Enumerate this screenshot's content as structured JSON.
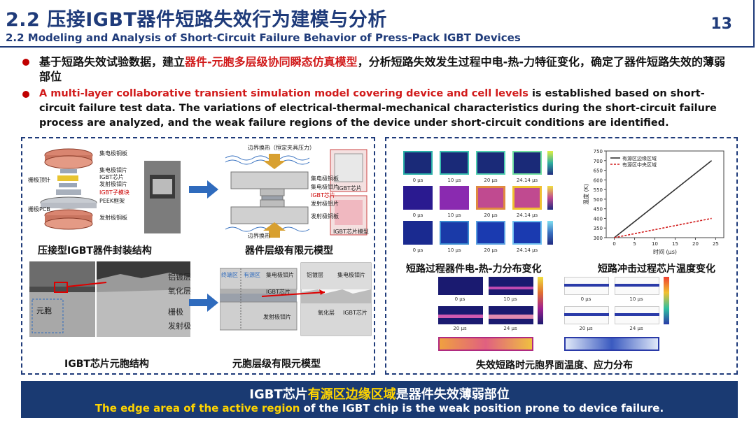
{
  "header": {
    "title_zh": "2.2 压接IGBT器件短路失效行为建模与分析",
    "title_en": "2.2 Modeling and Analysis of Short-Circuit Failure Behavior of Press-Pack IGBT Devices",
    "page_number": "13"
  },
  "bullets": {
    "zh": {
      "prefix": "基于短路失效试验数据，建立",
      "highlight": "器件-元胞多层级协同瞬态仿真模型",
      "suffix": "，分析短路失效发生过程中电-热-力特征变化，确定了器件短路失效的薄弱部位"
    },
    "en": {
      "highlight": "A multi-layer collaborative transient simulation model covering device and cell levels",
      "suffix": " is established based on short-circuit failure test data. The variations of electrical-thermal-mechanical characteristics during the short-circuit failure process are analyzed, and the weak failure regions of the device under short-circuit conditions are identified."
    }
  },
  "left_panel": {
    "captions": {
      "package": "压接型IGBT器件封装结构",
      "device_fem": "器件层级有限元模型",
      "cell": "IGBT芯片元胞结构",
      "cell_fem": "元胞层级有限元模型"
    },
    "package_labels": [
      "集电极铜板",
      "集电极钼片",
      "IGBT芯片",
      "发射极钼片",
      "IGBT子模块",
      "PEEK框架",
      "栅极顶针",
      "栅极PCB",
      "发射极铜板"
    ],
    "device_labels": [
      "边界换热（恒定夹具压力）",
      "集电极铜板",
      "集电极钼片",
      "IGBT芯片",
      "发射极钼片",
      "发射极铜板",
      "边界换热",
      "IGBT芯片",
      "IGBT芯片模型"
    ],
    "cell_labels": [
      "铝镀层",
      "氧化层",
      "栅极",
      "发射极"
    ],
    "cell_fem_labels": [
      "终端区",
      "有源区",
      "集电极钼片",
      "IGBT芯片",
      "发射极钼片",
      "铝镀层",
      "集电极钼片",
      "氧化层",
      "IGBT芯片"
    ]
  },
  "right_panel": {
    "captions": {
      "distribution": "短路过程器件电-热-力分布变化",
      "temperature": "短路冲击过程芯片温度变化",
      "interface": "失效短路时元胞界面温度、应力分布"
    },
    "time_labels": [
      "0 μs",
      "10 μs",
      "20 μs",
      "24.14 μs"
    ],
    "chart": {
      "ylabel": "温度 (K)",
      "xlabel": "时间 (μs)",
      "legend": [
        "有源区边缘区域",
        "有源区中央区域"
      ]
    },
    "cell_time_labels": [
      "0 μs",
      "10 μs",
      "20 μs",
      "24 μs"
    ]
  },
  "chart_data": {
    "type": "line",
    "xlabel": "时间 (μs)",
    "ylabel": "温度 (K)",
    "xlim": [
      -2,
      27
    ],
    "ylim": [
      300,
      750
    ],
    "xticks": [
      0,
      5,
      10,
      15,
      20,
      25
    ],
    "yticks": [
      300,
      350,
      400,
      450,
      500,
      550,
      600,
      650,
      700,
      750
    ],
    "series": [
      {
        "name": "有源区边缘区域",
        "x": [
          0,
          24
        ],
        "y": [
          300,
          700
        ],
        "color": "#333333",
        "style": "solid"
      },
      {
        "name": "有源区中央区域",
        "x": [
          0,
          24
        ],
        "y": [
          300,
          400
        ],
        "color": "#d11a1a",
        "style": "dashed"
      }
    ],
    "legend_position": "top-left"
  },
  "bottom": {
    "zh_prefix": "IGBT芯片",
    "zh_highlight": "有源区边缘区域",
    "zh_suffix": "是器件失效薄弱部位",
    "en_highlight": "The edge area of the active region",
    "en_suffix": " of the IGBT chip is the weak position prone to device failure."
  },
  "colors": {
    "navy": "#1f3b7a",
    "red": "#d11a1a",
    "yellow": "#ffd400",
    "bar": "#1a3a72"
  }
}
